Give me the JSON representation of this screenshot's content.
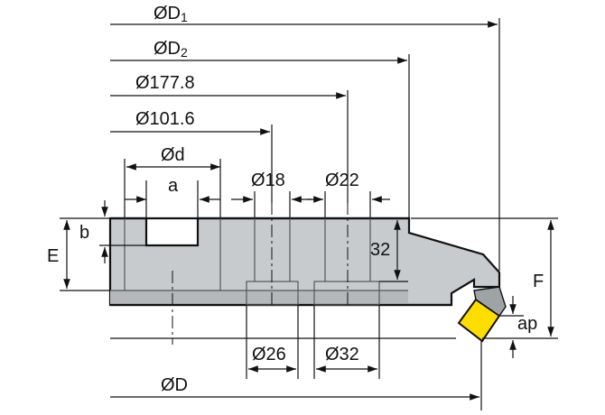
{
  "diagram": {
    "labels": {
      "d1": "ØD",
      "d1_sub": "1",
      "d2": "ØD",
      "d2_sub": "2",
      "d177": "Ø177.8",
      "d101": "Ø101.6",
      "dd": "Ød",
      "a": "a",
      "d18": "Ø18",
      "d22": "Ø22",
      "b": "b",
      "e": "E",
      "h32": "32",
      "f": "F",
      "ap": "ap",
      "d26": "Ø26",
      "d32": "Ø32",
      "dD": "ØD"
    },
    "colors": {
      "body_fill": "#c8cbcd",
      "body_dark": "#9ea3a6",
      "insert_fill": "#ffdd00",
      "line": "#111111"
    }
  }
}
